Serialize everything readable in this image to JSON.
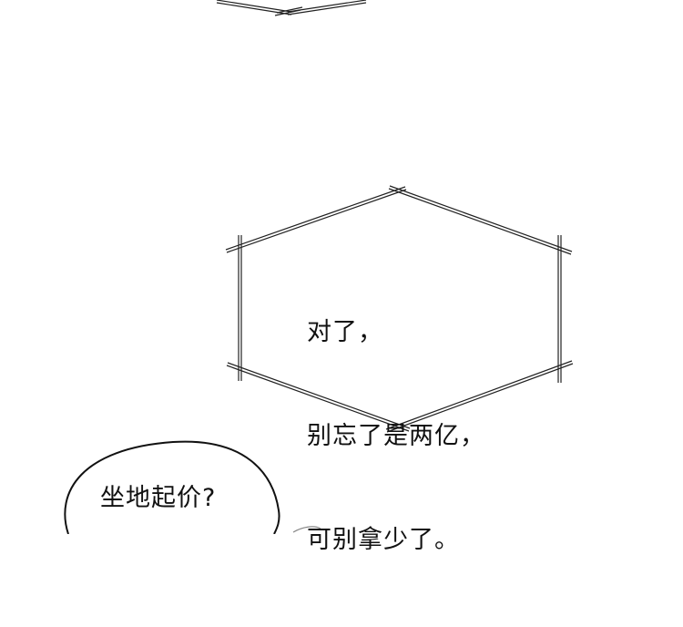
{
  "panel": {
    "background": "#ffffff",
    "stroke_color": "#222222"
  },
  "bubbles": {
    "top_partial": {
      "shape": "hexagon-bubble-fragment",
      "text": ""
    },
    "hexagon": {
      "shape": "hexagon",
      "lines": [
        "对了，",
        "别忘了是两亿，",
        "可别拿少了。"
      ]
    },
    "oval": {
      "shape": "oval",
      "text": "坐地起价?"
    }
  }
}
